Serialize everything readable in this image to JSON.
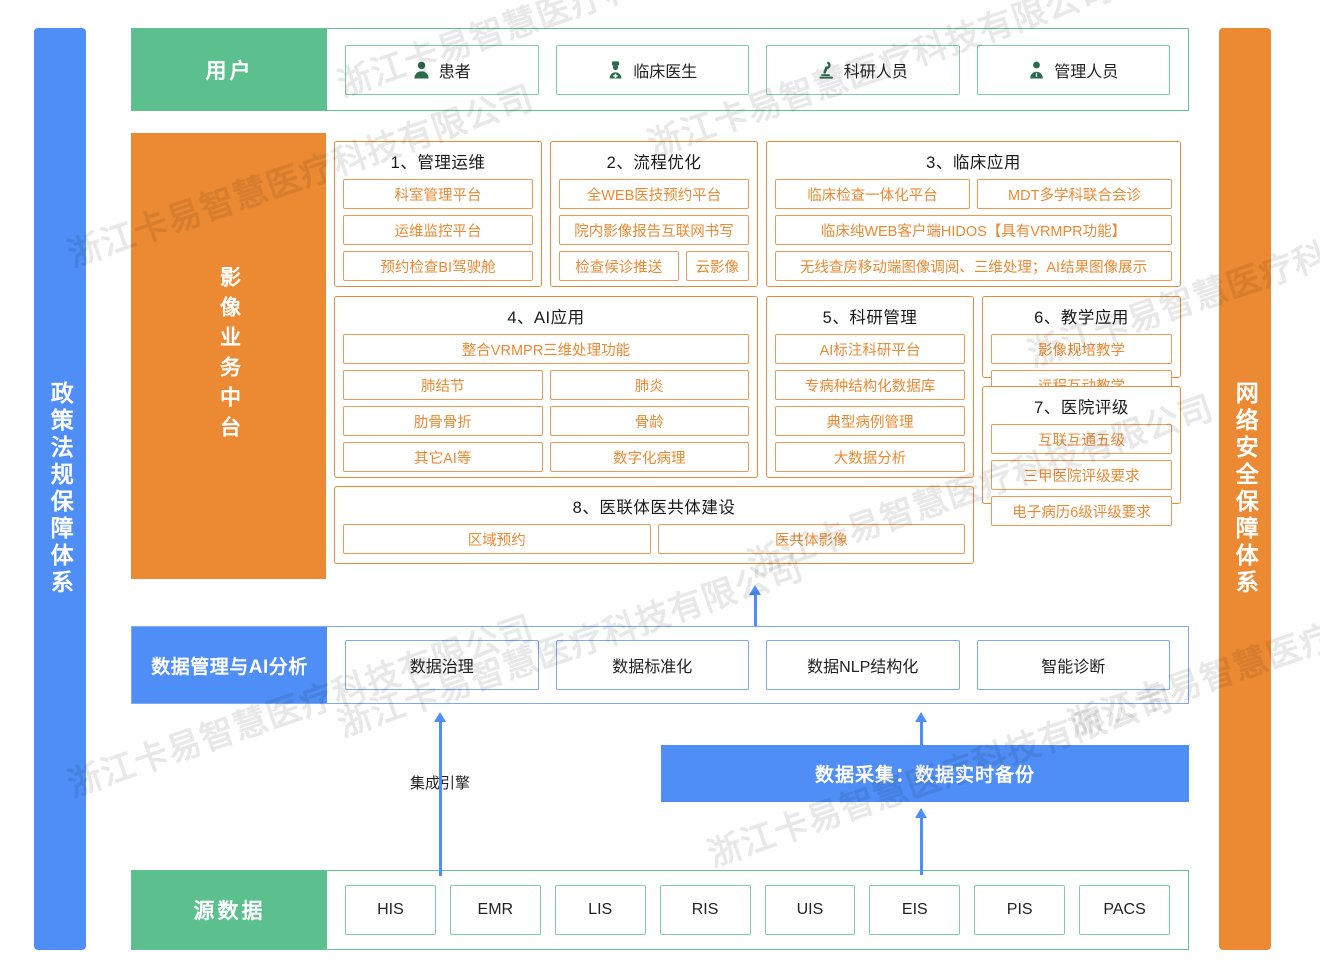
{
  "watermark": {
    "text": "浙江卡易智慧医疗科技有限公司"
  },
  "colors": {
    "blue": "#4f8ef7",
    "orange": "#ec8a33",
    "green": "#5cc08e",
    "orange_text": "#ec8a33"
  },
  "sidebars": {
    "left": {
      "label": "政策法规保障体系"
    },
    "right": {
      "label": "网络安全保障体系"
    }
  },
  "users": {
    "label": "用户",
    "items": [
      {
        "label": "患者",
        "icon": "user-icon"
      },
      {
        "label": "临床医生",
        "icon": "doctor-icon"
      },
      {
        "label": "科研人员",
        "icon": "microscope-icon"
      },
      {
        "label": "管理人员",
        "icon": "manager-icon"
      }
    ]
  },
  "platform": {
    "label": "影像业务中台",
    "groups": [
      {
        "id": "g1",
        "title": "1、管理运维",
        "rows": [
          [
            "科室管理平台"
          ],
          [
            "运维监控平台"
          ],
          [
            "预约检查BI驾驶舱"
          ]
        ]
      },
      {
        "id": "g2",
        "title": "2、流程优化",
        "rows": [
          [
            "全WEB医技预约平台"
          ],
          [
            "院内影像报告互联网书写"
          ],
          [
            "检查候诊推送",
            "云影像"
          ]
        ]
      },
      {
        "id": "g3",
        "title": "3、临床应用",
        "rows": [
          [
            "临床检查一体化平台",
            "MDT多学科联合会诊"
          ],
          [
            "临床纯WEB客户端HIDOS【具有VRMPR功能】"
          ],
          [
            "无线查房移动端图像调阅、三维处理；AI结果图像展示"
          ]
        ]
      },
      {
        "id": "g4",
        "title": "4、AI应用",
        "rows": [
          [
            "整合VRMPR三维处理功能"
          ],
          [
            "肺结节",
            "肺炎"
          ],
          [
            "肋骨骨折",
            "骨龄"
          ],
          [
            "其它AI等",
            "数字化病理"
          ]
        ]
      },
      {
        "id": "g5",
        "title": "5、科研管理",
        "rows": [
          [
            "AI标注科研平台"
          ],
          [
            "专病种结构化数据库"
          ],
          [
            "典型病例管理"
          ],
          [
            "大数据分析"
          ]
        ]
      },
      {
        "id": "g6",
        "title": "6、教学应用",
        "rows": [
          [
            "影像规培教学"
          ],
          [
            "远程互动教学"
          ]
        ]
      },
      {
        "id": "g7",
        "title": "7、医院评级",
        "rows": [
          [
            "互联互通五级"
          ],
          [
            "三甲医院评级要求"
          ],
          [
            "电子病历6级评级要求"
          ]
        ]
      },
      {
        "id": "g8",
        "title": "8、医联体医共体建设",
        "rows": [
          [
            "区域预约",
            "医共体影像"
          ]
        ]
      }
    ]
  },
  "data_management": {
    "label": "数据管理与AI分析",
    "items": [
      "数据治理",
      "数据标准化",
      "数据NLP结构化",
      "智能诊断"
    ]
  },
  "collection": {
    "label": "数据采集：数据实时备份"
  },
  "engine": {
    "label": "集成引擎"
  },
  "source": {
    "label": "源数据",
    "items": [
      "HIS",
      "EMR",
      "LIS",
      "RIS",
      "UIS",
      "EIS",
      "PIS",
      "PACS"
    ]
  }
}
